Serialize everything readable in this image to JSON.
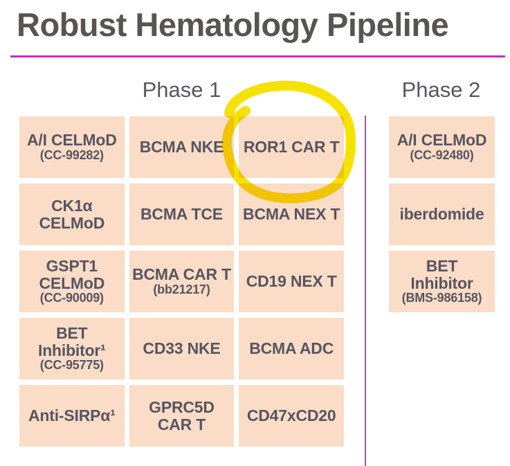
{
  "title": "Robust Hematology Pipeline",
  "colors": {
    "title_text": "#595454",
    "body_text": "#575560",
    "box_fill": "#fbdcc7",
    "title_rule": "#c12ec0",
    "divider": "#b843c8",
    "highlight": "#f5e202"
  },
  "phase1": {
    "label": "Phase 1",
    "boxes": [
      {
        "main": "A/I CELMoD",
        "sub": "(CC-99282)"
      },
      {
        "main": "BCMA NKE"
      },
      {
        "main": "ROR1 CAR T"
      },
      {
        "main": "CK1α\nCELMoD"
      },
      {
        "main": "BCMA TCE"
      },
      {
        "main": "BCMA NEX T"
      },
      {
        "main": "GSPT1\nCELMoD",
        "sub": "(CC-90009)"
      },
      {
        "main": "BCMA CAR T",
        "sub": "(bb21217)"
      },
      {
        "main": "CD19 NEX T"
      },
      {
        "main": "BET\nInhibitor¹",
        "sub": "(CC-95775)"
      },
      {
        "main": "CD33 NKE"
      },
      {
        "main": "BCMA ADC"
      },
      {
        "main": "Anti-SIRPα¹"
      },
      {
        "main": "GPRC5D\nCAR T"
      },
      {
        "main": "CD47xCD20"
      }
    ]
  },
  "phase2": {
    "label": "Phase 2",
    "boxes": [
      {
        "main": "A/I CELMoD",
        "sub": "(CC-92480)"
      },
      {
        "main": "iberdomide"
      },
      {
        "main": "BET\nInhibitor",
        "sub": "(BMS-986158)"
      }
    ]
  },
  "annotation": {
    "shape": "hand-drawn highlighter circle",
    "target": "ROR1 CAR T"
  }
}
